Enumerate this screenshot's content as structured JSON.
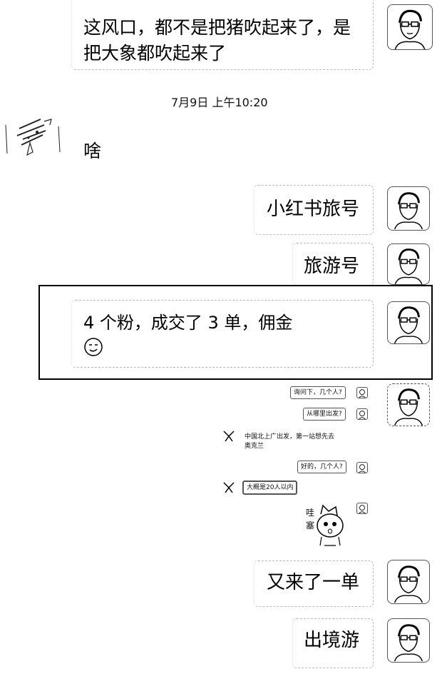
{
  "messages": {
    "m1_line1": "这风口，都不是把猪吹起来了，是",
    "m1_line2": "把大象都吹起来了",
    "timestamp": "7月9日 上午10:20",
    "m2": "啥",
    "m3": "小红书旅号",
    "m4": "旅游号",
    "m5_line1": "4 个粉，成交了 3 单，佣金",
    "m5_emoji_icon": "smirk-face-icon",
    "m6": "又来了一单",
    "m7": "出境游"
  },
  "embedded_chat": {
    "q1": "询问下，几个人?",
    "q2": "从哪里出发?",
    "a1_line1": "中国北上广出发，第一站想先去",
    "a1_line2": "奥克兰",
    "q3": "好的，几个人?",
    "a2": "大概是20人以内",
    "sticker_text_1": "哇",
    "sticker_text_2": "塞"
  },
  "colors": {
    "background": "#ffffff",
    "text": "#000000",
    "highlight_border": "#000000"
  }
}
